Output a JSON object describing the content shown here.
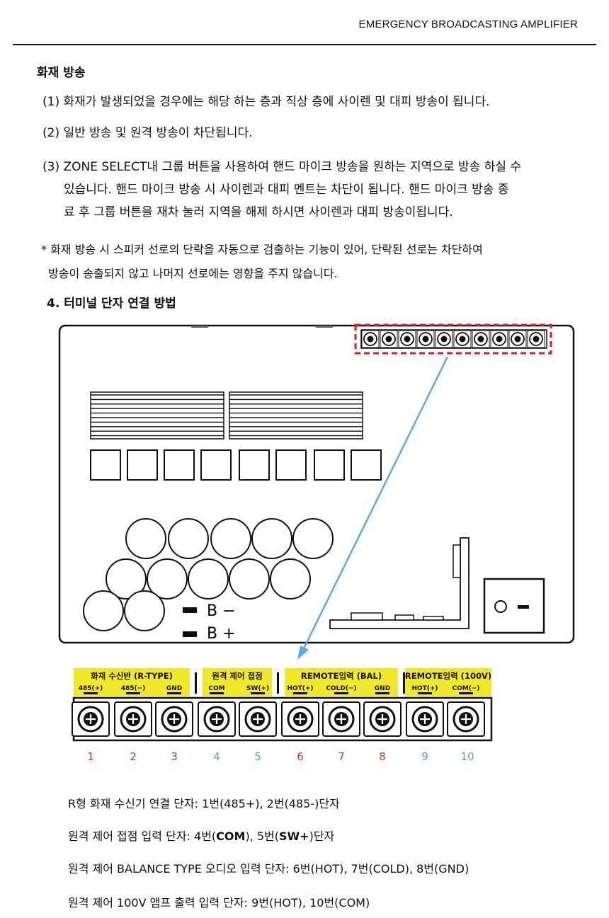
{
  "header": {
    "title": "EMERGENCY BROADCASTING AMPLIFIER"
  },
  "section": {
    "title": "화재 방송",
    "items": [
      "(1) 화재가 발생되었을 경우에는 해당 하는 층과 직상 층에 사이렌 및 대피 방송이 됩니다.",
      "(2) 일반 방송 및 원격 방송이 차단됩니다.",
      "(3) ZONE SELECT내 그룹 버튼을 사용하여 핸드 마이크 방송을 원하는 지역으로 방송 하실 수",
      "있습니다. 핸드 마이크 방송 시 사이렌과 대피 멘트는 차단이 됩니다. 핸드 마이크 방송 종",
      "료 후 그룹 버튼을 재차 눌러 지역을 해제 하시면 사이렌과 대피 방송이됩니다."
    ],
    "note_line1": "* 화재 방송 시 스피커 선로의 단락을 자동으로 검출하는 기능이 있어, 단락된 선로는 차단하여",
    "note_line2": "방송이 송출되지 않고 나머지 선로에는 영향을 주지 않습니다."
  },
  "terminal_section": {
    "title": "4. 터미널 단자 연결 방법"
  },
  "panel": {
    "battery_minus": "B −",
    "battery_plus": "B +"
  },
  "terminal_block": {
    "groups": [
      {
        "label": "화재 수신반 (R-TYPE)",
        "pins": [
          "485(+)",
          "485(−)",
          "GND"
        ]
      },
      {
        "label": "원격 제어 접점",
        "pins": [
          "COM",
          "SW(+)"
        ]
      },
      {
        "label": "REMOTE입력 (BAL)",
        "pins": [
          "HOT(+)",
          "COLD(−)",
          "GND"
        ]
      },
      {
        "label": "REMOTE입력 (100V)",
        "pins": [
          "HOT(+)",
          "COM(−)"
        ]
      }
    ],
    "numbers": [
      "1",
      "2",
      "3",
      "4",
      "5",
      "6",
      "7",
      "8",
      "9",
      "10"
    ],
    "colors": {
      "red": "#e8302a",
      "blue": "#4aa3e8",
      "label_bg": "#f2e82a",
      "highlight": "#e01e1e",
      "arrow": "#5aaaf0"
    }
  },
  "descriptions": {
    "line1": "R형 화재 수신기 연결 단자: 1번(485+), 2번(485-)단자",
    "line2_a": "원격 제어 접점 입력 단자: 4번(",
    "line2_b": "COM",
    "line2_c": "), 5번(",
    "line2_d": "SW+",
    "line2_e": ")단자",
    "line3": "원격 제어 BALANCE TYPE 오디오 입력 단자: 6번(HOT), 7번(COLD), 8번(GND)",
    "line4": "원격 제어 100V 앰프 출력 입력 단자: 9번(HOT), 10번(COM)"
  }
}
